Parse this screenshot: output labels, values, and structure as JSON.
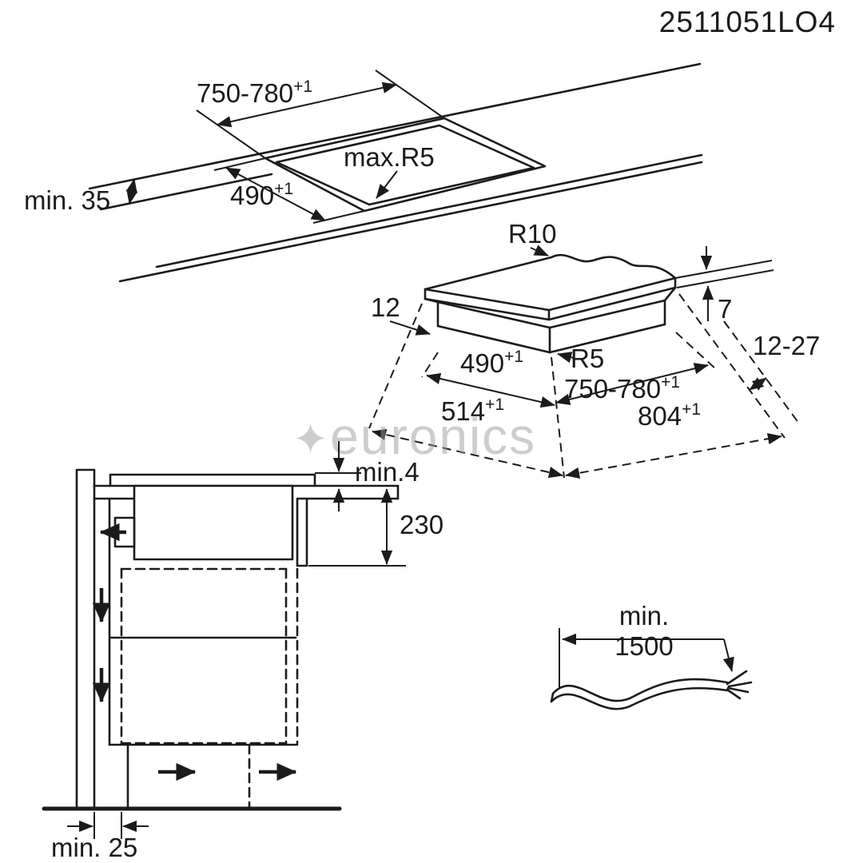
{
  "doc_number": "2511051LO4",
  "watermark": {
    "star": "✦",
    "text": "euronics"
  },
  "top_view": {
    "cutout_width": "750-780",
    "cutout_width_sup": "+1",
    "corner_radius": "max.R5",
    "cutout_depth": "490",
    "cutout_depth_sup": "+1",
    "front_distance": "min. 35"
  },
  "hob_view": {
    "top_corner_radius": "R10",
    "left_thickness": "12",
    "glass_thickness": "7",
    "side_gap": "12-27",
    "depth": "490",
    "depth_sup": "+1",
    "bottom_corner_radius": "R5",
    "width": "750-780",
    "width_sup": "+1",
    "total_depth": "514",
    "total_depth_sup": "+1",
    "total_width": "804",
    "total_width_sup": "+1"
  },
  "section_view": {
    "top_clearance": "min.4",
    "cavity_height": "230",
    "wall_clearance": "min. 25"
  },
  "cable_view": {
    "min_label": "min.",
    "length": "1500"
  }
}
